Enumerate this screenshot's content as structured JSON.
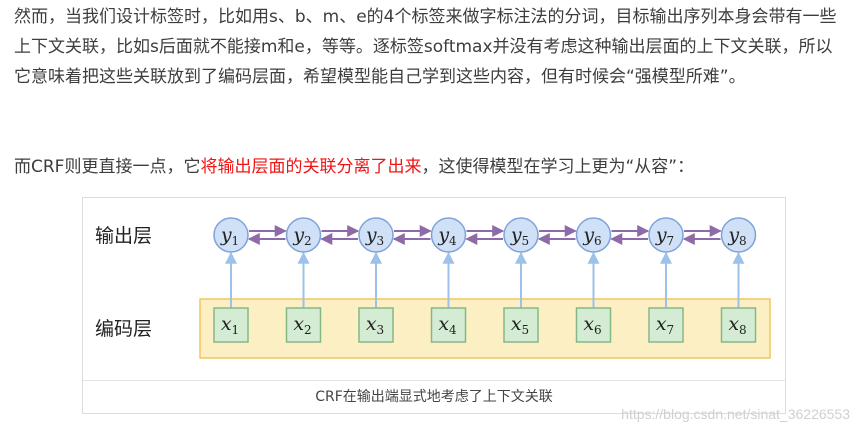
{
  "paragraph1": {
    "text": "然而，当我们设计标签时，比如用s、b、m、e的4个标签来做字标注法的分词，目标输出序列本身会带有一些上下文关联，比如s后面就不能接m和e，等等。逐标签softmax并没有考虑这种输出层面的上下文关联，所以它意味着把这些关联放到了编码层面，希望模型能自己学到这些内容，但有时候会“强模型所难”。"
  },
  "paragraph2": {
    "before": "而CRF则更直接一点，它",
    "highlight": "将输出层面的关联分离了出来",
    "after": "，这使得模型在学习上更为“从容”：",
    "highlight_color": "#f01414"
  },
  "figure": {
    "output_layer_label": "输出层",
    "encoder_layer_label": "编码层",
    "output_nodes": [
      {
        "base": "y",
        "sub": "1"
      },
      {
        "base": "y",
        "sub": "2"
      },
      {
        "base": "y",
        "sub": "3"
      },
      {
        "base": "y",
        "sub": "4"
      },
      {
        "base": "y",
        "sub": "5"
      },
      {
        "base": "y",
        "sub": "6"
      },
      {
        "base": "y",
        "sub": "7"
      },
      {
        "base": "y",
        "sub": "8"
      }
    ],
    "input_nodes": [
      {
        "base": "x",
        "sub": "1"
      },
      {
        "base": "x",
        "sub": "2"
      },
      {
        "base": "x",
        "sub": "3"
      },
      {
        "base": "x",
        "sub": "4"
      },
      {
        "base": "x",
        "sub": "5"
      },
      {
        "base": "x",
        "sub": "6"
      },
      {
        "base": "x",
        "sub": "7"
      },
      {
        "base": "x",
        "sub": "8"
      }
    ],
    "caption": "CRF在输出端显式地考虑了上下文关联",
    "colors": {
      "output_node_fill": "#cfe0f7",
      "output_node_stroke": "#7ea3d8",
      "chain_arrow": "#8e6aa8",
      "vertical_arrow": "#9cc2ea",
      "encoder_band_fill": "#fcefc4",
      "encoder_band_stroke": "#f0c75a",
      "input_node_fill": "#d4ecd4",
      "input_node_stroke": "#86b886"
    }
  },
  "watermark": "https://blog.csdn.net/sinat_36226553"
}
